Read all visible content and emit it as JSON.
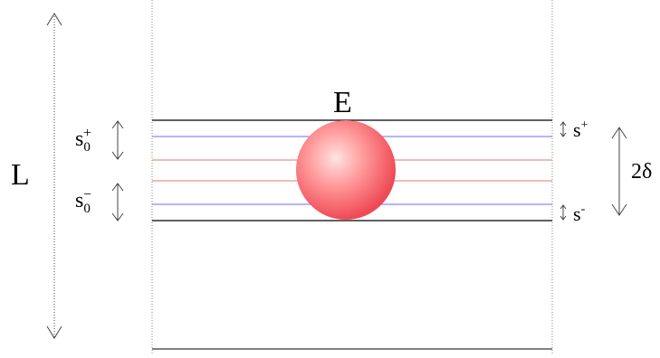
{
  "labels": {
    "length": "L",
    "element": "E",
    "s0_plus_base": "s",
    "s0_plus_sub": "0",
    "s0_plus_sup": "+",
    "s0_minus_base": "s",
    "s0_minus_sub": "0",
    "s0_minus_sup": "−",
    "s_plus_base": "s",
    "s_plus_sup": "+",
    "s_minus_base": "s",
    "s_minus_sup": "-",
    "two_delta": "2δ"
  },
  "colors": {
    "outer_line": "#000000",
    "inner_blue": "#6b6bff",
    "inner_red": "#e07a6a",
    "sphere_light": "#ffe3e3",
    "sphere_mid": "#ff9a9a",
    "sphere_dark": "#ee4a55",
    "arrow": "#444444",
    "boundary": "#888888"
  }
}
